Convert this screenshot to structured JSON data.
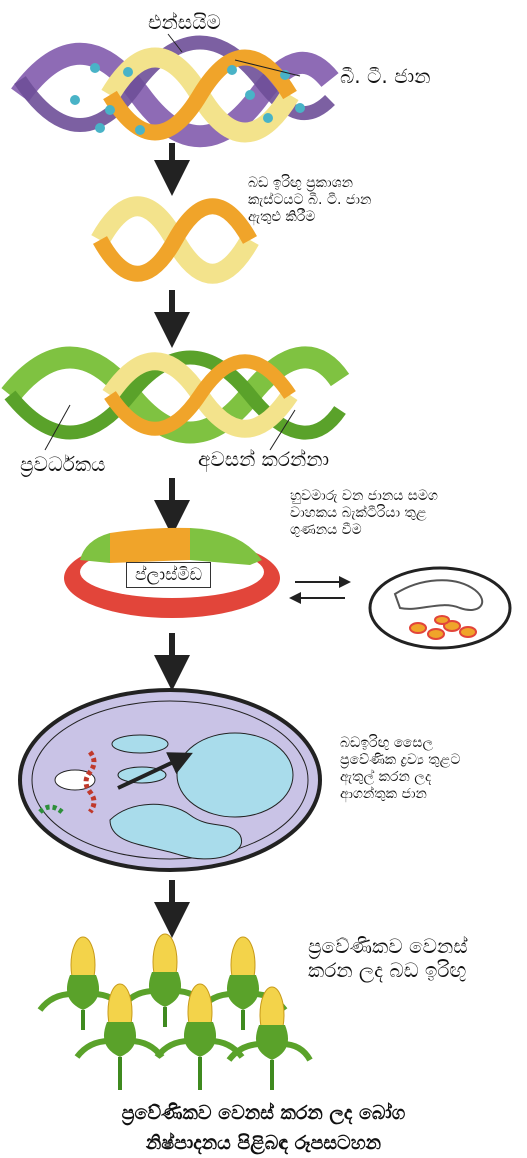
{
  "labels": {
    "enzyme": "එන්සයිම",
    "bt_gene": "බී. ටී. ජාන",
    "insert_step_line1": "බඩ ඉරිඟු ප්‍රකාශන",
    "insert_step_line2": "කැස්ටයට බී. ටී. ජාන",
    "insert_step_line3": "ඇතුළු කිරීම",
    "promoter": "ප්‍රවර්ධකය",
    "terminator": "අවසන් කරන්නා",
    "clone_step_line1": "හුවමාරු වන ජානය සමග",
    "clone_step_line2": "වාහකය බැක්ටීරියා තුළ",
    "clone_step_line3": "ගුණනය වීම",
    "plasmid": "ප්ලාස්මිඩ",
    "transfer_step_line1": "බඩඉරිඟු සෛල",
    "transfer_step_line2": "ප්‍රවේණික ද්‍රව්‍ය තුළට",
    "transfer_step_line3": "ඇතුල් කරන ලද",
    "transfer_step_line4": "ආගන්තුක ජාන",
    "result_line1": "ප්‍රවේණිකව වෙනස්",
    "result_line2": "කරන ලද බඩ ඉරිඟු"
  },
  "caption": {
    "line1": "ප්‍රවේණිකව වෙනස් කරන ලද බෝග",
    "line2": "නිෂ්පාදනය පිළිබඳ රූපසටහන"
  },
  "colors": {
    "purple_dna": "#8e6bb5",
    "yellow_dna": "#f3e38c",
    "orange_dna": "#f0a42a",
    "green_dna": "#7fc241",
    "teal_dots": "#49b3c7",
    "cell_fill": "#c9c3e6",
    "nucleus": "#a9dceb",
    "plasmid_red": "#e2453a"
  }
}
